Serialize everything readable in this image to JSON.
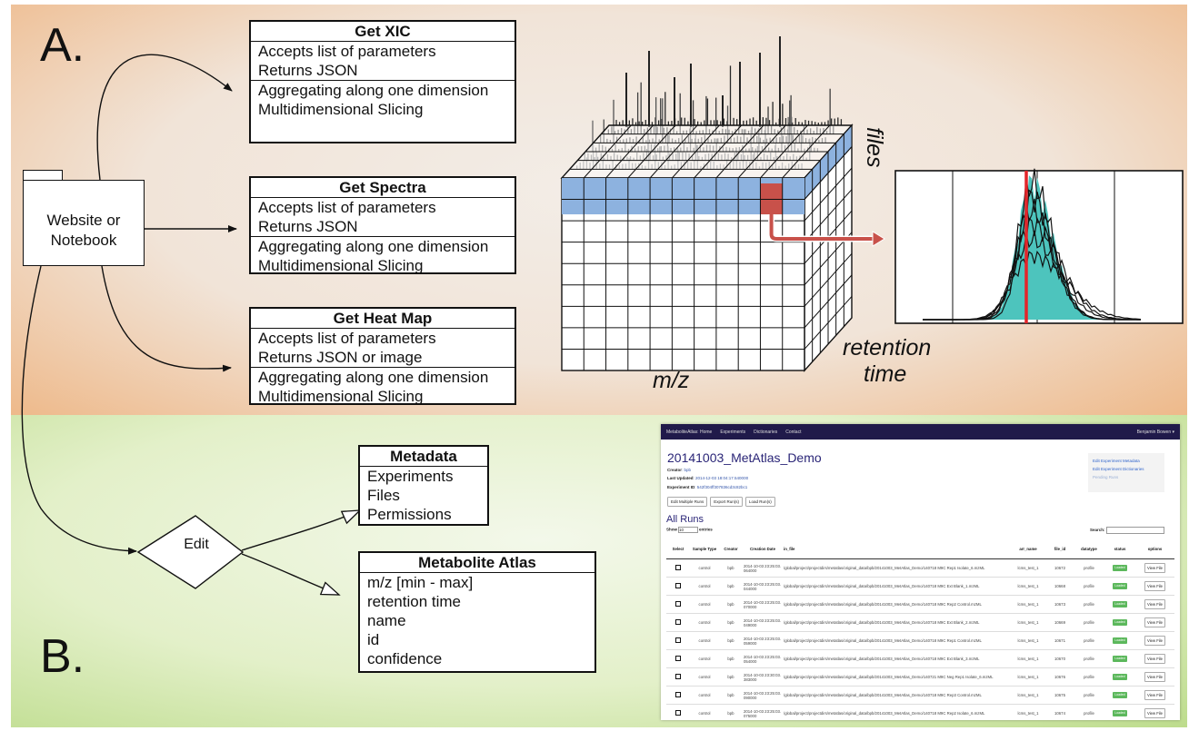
{
  "panel_a": {
    "letter": "A.",
    "folder_lines": [
      "Website or",
      "Notebook"
    ],
    "api_boxes": [
      {
        "title": "Get XIC",
        "params": [
          "Accepts list of parameters",
          "Returns JSON"
        ],
        "ops": [
          "Aggregating along one dimension",
          "Multidimensional Slicing"
        ]
      },
      {
        "title": "Get Spectra",
        "params": [
          "Accepts list of parameters",
          "Returns JSON"
        ],
        "ops": [
          "Aggregating along one dimension",
          "Multidimensional Slicing"
        ]
      },
      {
        "title": "Get Heat Map",
        "params": [
          "Accepts list of parameters",
          "Returns JSON or image"
        ],
        "ops": [
          "Aggregating along one dimension",
          "Multidimensional Slicing"
        ]
      }
    ],
    "cube_labels": {
      "files": "files",
      "rt_line1": "retention",
      "rt_line2": "time",
      "mz": "m/z"
    },
    "colors": {
      "cube_blue": "#8db2df",
      "highlight": "#c8514a",
      "peak_fill": "#4dc4bd",
      "marker": "#e3252a"
    }
  },
  "panel_b": {
    "letter": "B.",
    "edit_label": "Edit",
    "metadata_box": {
      "title": "Metadata",
      "items": [
        "Experiments",
        "Files",
        "Permissions"
      ]
    },
    "atlas_box": {
      "title": "Metabolite Atlas",
      "items": [
        "m/z [min - max]",
        "retention time",
        "name",
        "id",
        "confidence"
      ]
    },
    "web": {
      "nav": [
        "MetaboliteAtlas: Home",
        "Experiments",
        "Dictionaries",
        "Contact"
      ],
      "user": "Benjamin Bowen ▾",
      "title": "20141003_MetAtlas_Demo",
      "creator_label": "Creator",
      "creator": ": bpb",
      "updated_label": "Last Updated",
      "updated": ": 2014-12-03 18:04:17.540000",
      "expid_label": "Experiment ID",
      "expid": ": 542f304ff307836cd3c82bc1",
      "side_links": [
        "Edit Experiment Metadata",
        "Edit Experiment Dictionaries"
      ],
      "side_dim": "Pending Runs",
      "buttons": [
        "Edit Multiple Runs",
        "Export Run(s)",
        "Load Run(s)"
      ],
      "all_runs": "All Runs",
      "show": "Show",
      "show_val": "10",
      "entries": "entries",
      "search": "Search:",
      "columns": [
        "Select",
        "Sample Type",
        "Creator",
        "Creation Date",
        "in_file",
        "arr_name",
        "file_id",
        "datatype",
        "status",
        "options"
      ],
      "rows": [
        {
          "type": "control",
          "creator": "bpb",
          "date": "2014-10-03 23:25:03.064000",
          "file": "/global/project/projectdirs/metatlas/original_data/bpb/20141003_MetAtlas_Demo/140718 M9C Rep1 Isolate_6.mzML",
          "arr": "lcms_test_1",
          "id": "10672",
          "dt": "profile",
          "status": "Loaded",
          "btn": "View File"
        },
        {
          "type": "control",
          "creator": "bpb",
          "date": "2014-10-03 23:25:03.044000",
          "file": "/global/project/projectdirs/metatlas/original_data/bpb/20141003_MetAtlas_Demo/140718 M9C Ext Blank_1.mzML",
          "arr": "lcms_test_1",
          "id": "10668",
          "dt": "profile",
          "status": "Loaded",
          "btn": "View File"
        },
        {
          "type": "control",
          "creator": "bpb",
          "date": "2014-10-03 23:25:03.070000",
          "file": "/global/project/projectdirs/metatlas/original_data/bpb/20141003_MetAtlas_Demo/140718 M9C Rep2 Control.mzML",
          "arr": "lcms_test_1",
          "id": "10673",
          "dt": "profile",
          "status": "Loaded",
          "btn": "View File"
        },
        {
          "type": "control",
          "creator": "bpb",
          "date": "2014-10-03 23:25:03.049000",
          "file": "/global/project/projectdirs/metatlas/original_data/bpb/20141003_MetAtlas_Demo/140718 M9C Ext Blank_2.mzML",
          "arr": "lcms_test_1",
          "id": "10669",
          "dt": "profile",
          "status": "Loaded",
          "btn": "View File"
        },
        {
          "type": "control",
          "creator": "bpb",
          "date": "2014-10-03 23:25:03.059000",
          "file": "/global/project/projectdirs/metatlas/original_data/bpb/20141003_MetAtlas_Demo/140718 M9C Rep1 Control.mzML",
          "arr": "lcms_test_1",
          "id": "10671",
          "dt": "profile",
          "status": "Loaded",
          "btn": "View File"
        },
        {
          "type": "control",
          "creator": "bpb",
          "date": "2014-10-03 23:25:03.054000",
          "file": "/global/project/projectdirs/metatlas/original_data/bpb/20141003_MetAtlas_Demo/140718 M9C Ext Blank_3.mzML",
          "arr": "lcms_test_1",
          "id": "10670",
          "dt": "profile",
          "status": "Loaded",
          "btn": "View File"
        },
        {
          "type": "control",
          "creator": "bpb",
          "date": "2014-10-03 23:30:03.383000",
          "file": "/global/project/projectdirs/metatlas/original_data/bpb/20141003_MetAtlas_Demo/140721 M9C Neg Rep1 Isolate_6.mzML",
          "arr": "lcms_test_1",
          "id": "10676",
          "dt": "profile",
          "status": "Loaded",
          "btn": "View File"
        },
        {
          "type": "control",
          "creator": "bpb",
          "date": "2014-10-03 23:25:03.090000",
          "file": "/global/project/projectdirs/metatlas/original_data/bpb/20141003_MetAtlas_Demo/140718 M9C Rep3 Control.mzML",
          "arr": "lcms_test_1",
          "id": "10675",
          "dt": "profile",
          "status": "Loaded",
          "btn": "View File"
        },
        {
          "type": "control",
          "creator": "bpb",
          "date": "2014-10-03 23:25:03.075000",
          "file": "/global/project/projectdirs/metatlas/original_data/bpb/20141003_MetAtlas_Demo/140718 M9C Rep2 Isolate_6.mzML",
          "arr": "lcms_test_1",
          "id": "10674",
          "dt": "profile",
          "status": "Loaded",
          "btn": "View File"
        }
      ]
    }
  }
}
